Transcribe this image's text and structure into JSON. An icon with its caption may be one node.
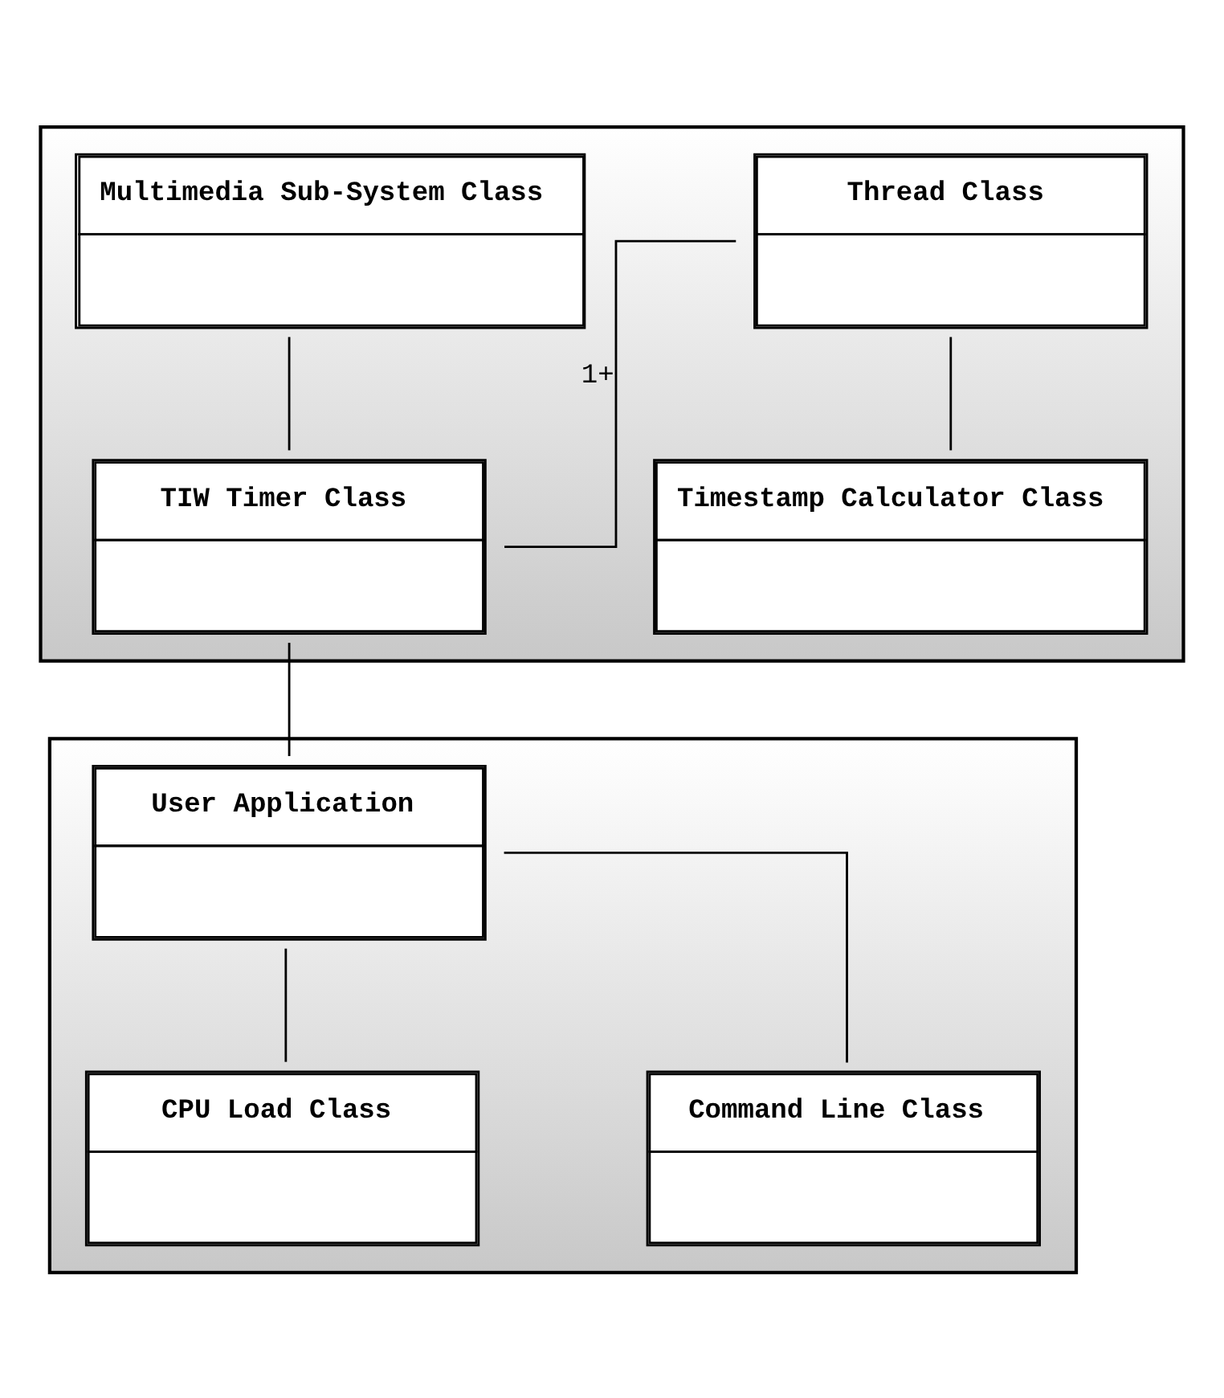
{
  "diagram": {
    "nodes": [
      {
        "text": [],
        "shape": "box"
      },
      {
        "text": [
          "Thread Class"
        ],
        "in": 0
      },
      {
        "text": [
          "Timestamp Calculator Class"
        ],
        "in": 0
      },
      {
        "text": [
          "Multimedia Sub-System Class"
        ],
        "in": 0
      },
      {
        "text": [
          "TIW Timer Class"
        ],
        "in": 0
      },
      {
        "text": [],
        "shape": "box"
      },
      {
        "text": [
          "User Application"
        ],
        "in": 5
      },
      {
        "text": [
          "CPU Load Class"
        ],
        "in": 5
      },
      {
        "text": [
          "Command Line Class"
        ],
        "in": 5
      }
    ],
    "edges": [
      {
        "from": 1,
        "to": 2,
        "arrow": "none"
      },
      {
        "from": 1,
        "to": 4,
        "arrow": "none",
        "label": "1+"
      },
      {
        "from": 3,
        "to": 4,
        "arrow": "none"
      },
      {
        "from": 4,
        "to": 6,
        "arrow": "none"
      },
      {
        "from": 6,
        "to": 7,
        "arrow": "none"
      },
      {
        "from": 6,
        "to": 8,
        "arrow": "none"
      }
    ]
  }
}
